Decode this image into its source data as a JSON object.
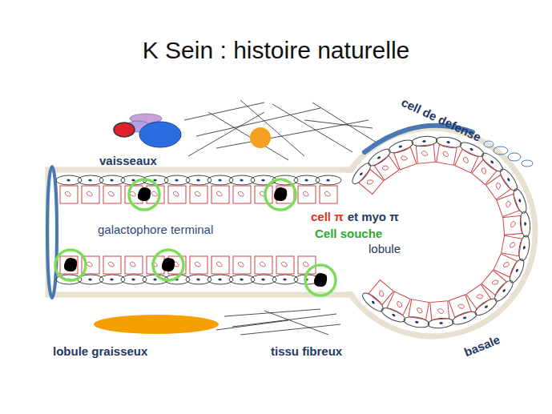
{
  "diagram": {
    "title": "K Sein : histoire naturelle",
    "labels": [
      "vaisseaux",
      "cell de defense",
      "galactophore terminal",
      "cell π",
      "et myo π",
      "Cell souche",
      "lobule",
      "lobule graisseux",
      "tissu fibreux",
      "basale"
    ]
  }
}
